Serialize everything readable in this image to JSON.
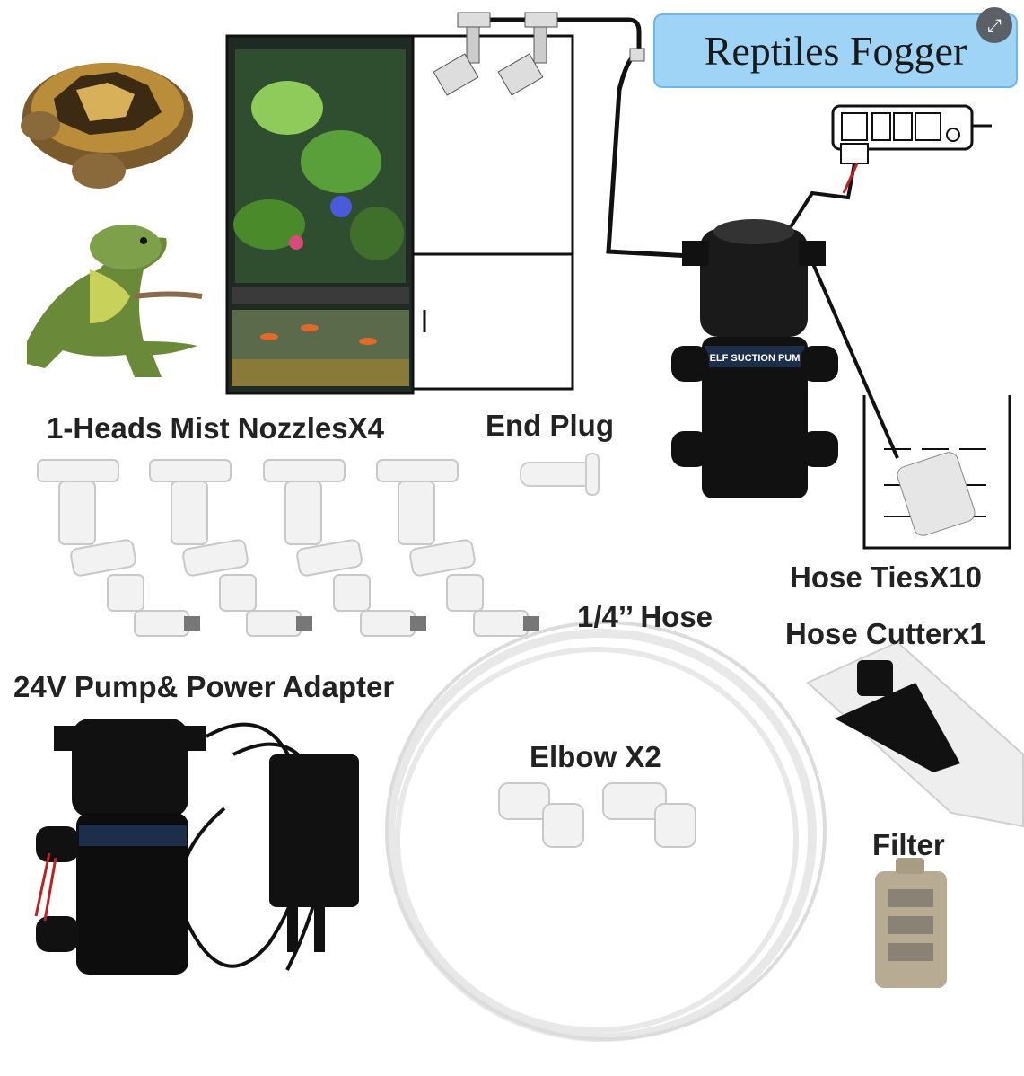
{
  "title": "Reptiles Fogger",
  "labels": {
    "nozzles": "1-Heads Mist NozzlesX4",
    "end_plug": "End Plug",
    "hose_ties": "Hose TiesX10",
    "hose": "1/4’’ Hose",
    "hose_cutter": "Hose Cutterx1",
    "pump_adapter": "24V Pump& Power Adapter",
    "elbow": "Elbow X2",
    "filter": "Filter"
  },
  "pump_label": "SELF SUCTION PUMP",
  "icons": {
    "zoom": "expand-icon"
  },
  "colors": {
    "title_bg": "#9fd4f6",
    "pump_body": "#111111",
    "fitting": "#f2f2f2"
  }
}
